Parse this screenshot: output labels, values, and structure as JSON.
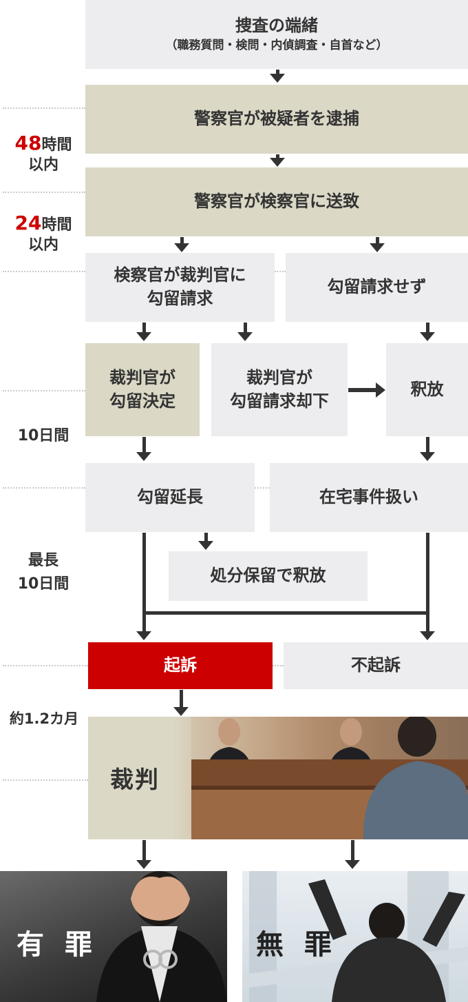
{
  "steps": {
    "investigation": {
      "title": "捜査の端緒",
      "sub": "（職務質問・検問・内偵調査・自首など）"
    },
    "arrest": "警察官が被疑者を逮捕",
    "send": "警察官が検察官に送致",
    "request": "検察官が裁判官に\n勾留請求",
    "no_request": "勾留請求せず",
    "detention_decision": "裁判官が\n勾留決定",
    "request_rejected": "裁判官が\n勾留請求却下",
    "release": "釈放",
    "extension": "勾留延長",
    "at_home": "在宅事件扱い",
    "deferred_release": "処分保留で釈放",
    "indictment": "起訴",
    "no_indictment": "不起訴",
    "trial": "裁判",
    "guilty": "有 罪",
    "innocent": "無 罪"
  },
  "timeline": {
    "t48": {
      "num": "48",
      "unit": "時間",
      "tail": "以内"
    },
    "t24": {
      "num": "24",
      "unit": "時間",
      "tail": "以内"
    },
    "d10": "10日間",
    "max10_a": "最長",
    "max10_b": "10日間",
    "month": "約1.2カ月"
  },
  "colors": {
    "accent": "#cc0000",
    "box_gray": "#edecef",
    "box_tan": "#dbd8c6",
    "arrow": "#333333"
  }
}
